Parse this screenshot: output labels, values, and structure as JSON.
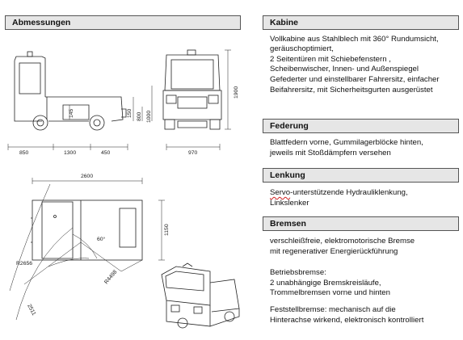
{
  "left": {
    "title": "Abmessungen",
    "dims": {
      "d850": "850",
      "d1300": "1300",
      "d450": "450",
      "d970": "970",
      "d1000": "1000",
      "d800": "800",
      "d150": "150",
      "d145": "145",
      "d1900": "1900",
      "d2600": "2600",
      "d1150": "1150",
      "d60": "60°",
      "r2656": "R2656",
      "r4498": "R4498",
      "d2511": "2511"
    }
  },
  "sections": {
    "kabine": {
      "title": "Kabine",
      "lines": [
        "Vollkabine aus Stahlblech mit 360° Rundumsicht,",
        "geräuschoptimiert,",
        "2 Seitentüren mit Schiebefenstern ,",
        "Scheibenwischer,  Innen- und Außenspiegel",
        "Gefederter und einstellbarer Fahrersitz, einfacher",
        "Beifahrersitz, mit Sicherheitsgurten ausgerüstet"
      ]
    },
    "federung": {
      "title": "Federung",
      "lines": [
        "Blattfedern vorne, Gummilagerblöcke hinten,",
        "jeweils mit Stoßdämpfern versehen"
      ]
    },
    "lenkung": {
      "title": "Lenkung",
      "word1": "Servo",
      "line1_rest": "-unterstützende Hydrauliklenkung,",
      "line2": "Linkslenker"
    },
    "bremsen": {
      "title": "Bremsen",
      "lines": [
        "verschleißfreie, elektromotorische Bremse",
        "mit regenerativer Energierückführung"
      ],
      "betrieb": [
        "Betriebsbremse:",
        "2 unabhängige Bremskreisläufe,",
        "Trommelbremsen vorne und hinten"
      ],
      "fest": [
        "Feststellbremse: mechanisch auf die",
        "Hinterachse wirkend, elektronisch kontrolliert"
      ]
    }
  }
}
